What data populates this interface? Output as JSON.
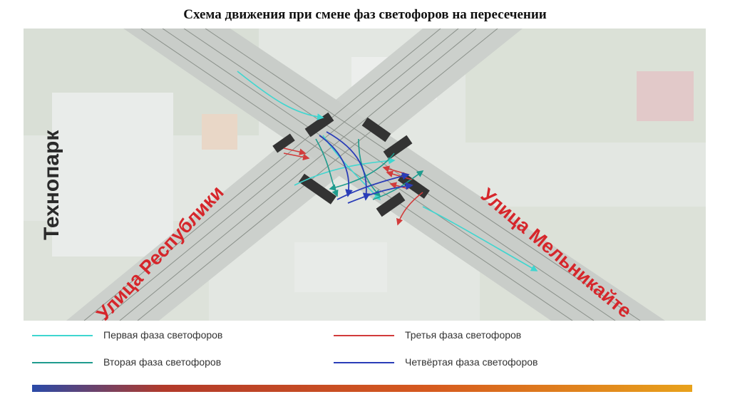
{
  "title": "Схема движения при смене фаз светофоров на пересечении",
  "map_labels": {
    "technopark": "Технопарк",
    "street_respubliki": "Улица Республики",
    "street_melnikaite": "Улица Мельникайте"
  },
  "legend": [
    {
      "label": "Первая фаза светофоров",
      "color": "#3fd6d0"
    },
    {
      "label": "Вторая фаза светофоров",
      "color": "#1f9c8e"
    },
    {
      "label": "Третья фаза светофоров",
      "color": "#d23b3b"
    },
    {
      "label": "Четвёртая фаза светофоров",
      "color": "#2a3db8"
    }
  ],
  "colors": {
    "bar_left": "#2a4aa8",
    "bar_mid": "#d65a1f",
    "bar_right": "#e8a21c"
  }
}
